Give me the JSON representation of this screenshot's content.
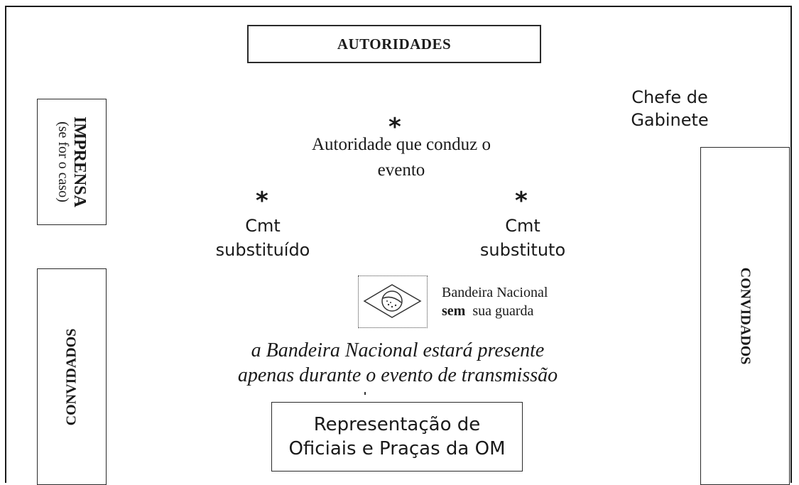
{
  "top_box": {
    "label": "AUTORIDADES"
  },
  "press_box": {
    "title": "IMPRENSA",
    "subtitle": "(se for o caso)"
  },
  "guests_left": {
    "label": "CONVIDADOS"
  },
  "guests_right": {
    "label": "CONVIDADOS"
  },
  "chief_of_staff": {
    "line1": "Chefe de",
    "line2": "Gabinete"
  },
  "presiding_authority": {
    "marker": "*",
    "line1": "Autoridade que  conduz o",
    "line2": "evento"
  },
  "outgoing_commander": {
    "marker": "*",
    "line1": "Cmt",
    "line2": "substituído"
  },
  "incoming_commander": {
    "marker": "*",
    "line1": "Cmt",
    "line2": "substituto"
  },
  "flag": {
    "icon": "brazil-flag-icon",
    "label_line1": "Bandeira Nacional",
    "label_bold": "sem",
    "label_rest": "  sua guarda"
  },
  "note": {
    "line1": "a Bandeira Nacional estará presente",
    "line2": "apenas durante o evento de transmissão"
  },
  "representation_box": {
    "line1": "Representação de",
    "line2": "Oficiais e Praças da OM"
  },
  "colors": {
    "ink": "#1a1a1a",
    "background": "#ffffff"
  }
}
